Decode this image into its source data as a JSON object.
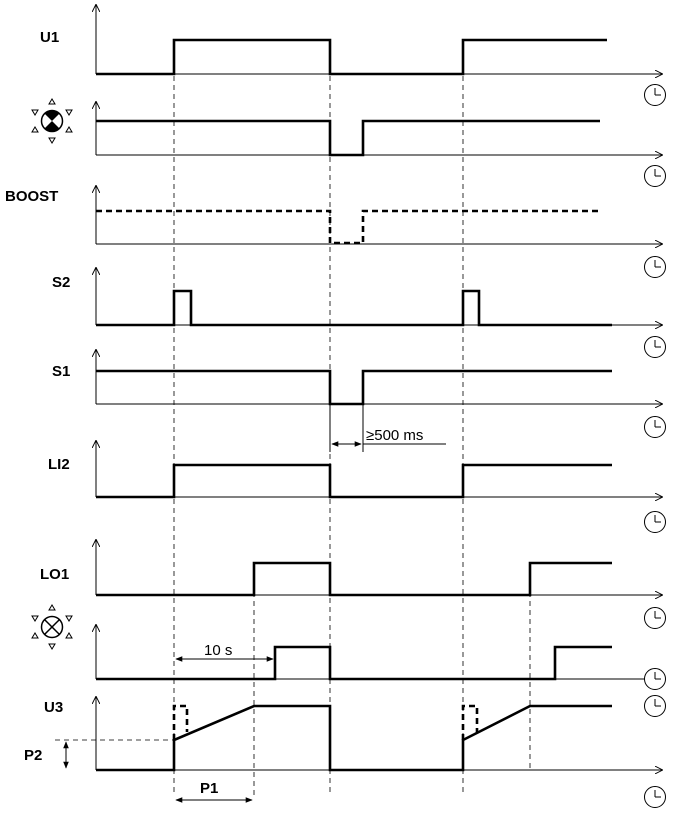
{
  "signals": {
    "u1": "U1",
    "boost": "BOOST",
    "s2": "S2",
    "s1": "S1",
    "li2": "LI2",
    "lo1": "LO1",
    "u3": "U3"
  },
  "icons": {
    "led_indicator": "led-burst-icon",
    "lamp_indicator": "lamp-burst-icon",
    "time_axis": "clock-icon"
  },
  "annotations": {
    "min_pulse": "≥500 ms",
    "delay": "10 s",
    "p1": "P1",
    "p2": "P2"
  }
}
